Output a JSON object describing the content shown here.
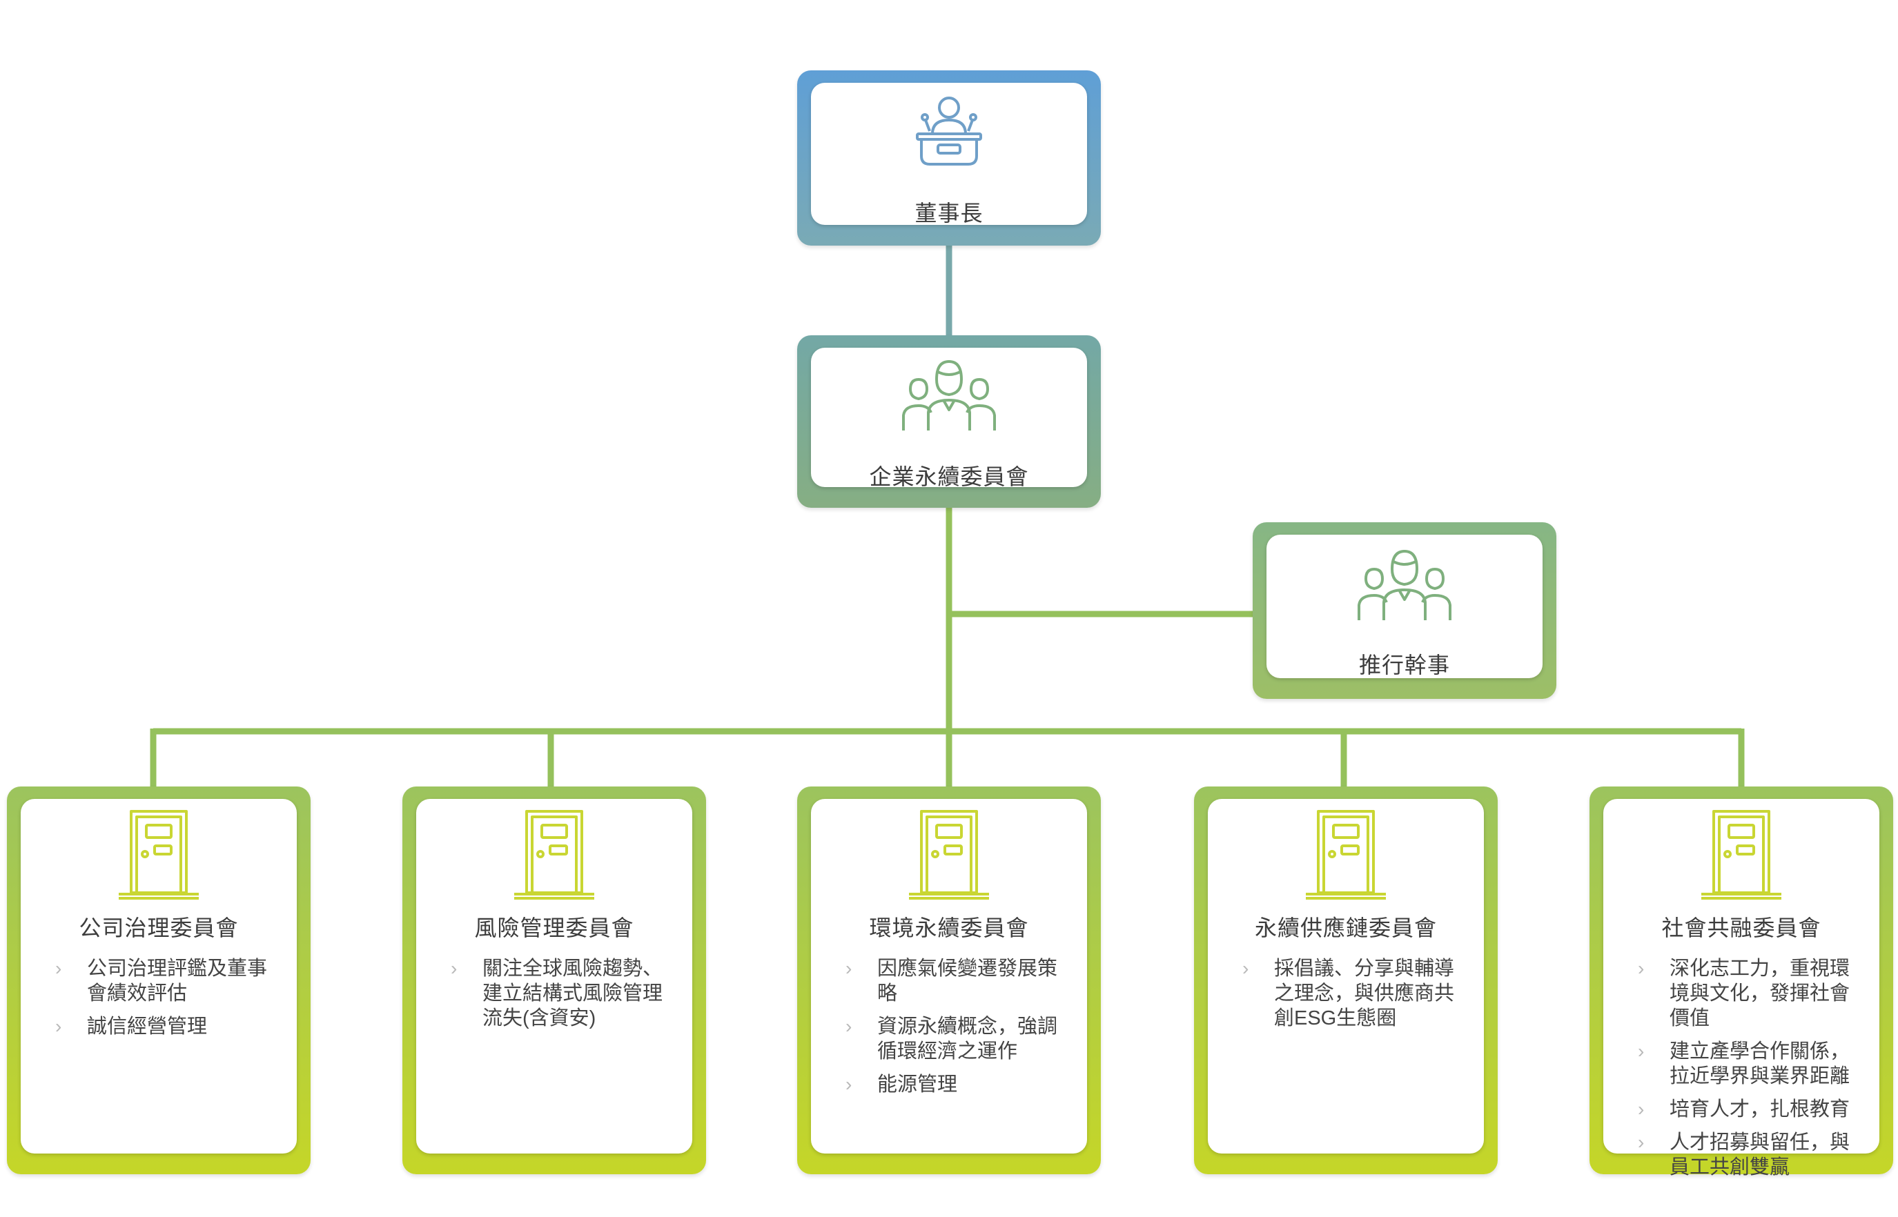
{
  "chairman": {
    "title": "董事長",
    "icon": "speaker-podium-icon"
  },
  "committee": {
    "title": "企業永續委員會",
    "icon": "team-group-icon"
  },
  "executive": {
    "title": "推行幹事",
    "icon": "team-group-icon"
  },
  "sub_committees": [
    {
      "title": "公司治理委員會",
      "icon": "door-icon",
      "items": [
        "公司治理評鑑及董事會績效評估",
        "誠信經營管理"
      ]
    },
    {
      "title": "風險管理委員會",
      "icon": "door-icon",
      "items": [
        "關注全球風險趨勢、建立結構式風險管理流失(含資安)"
      ]
    },
    {
      "title": "環境永續委員會",
      "icon": "door-icon",
      "items": [
        "因應氣候變遷發展策略",
        "資源永續概念，強調循環經濟之運作",
        "能源管理"
      ]
    },
    {
      "title": "永續供應鏈委員會",
      "icon": "door-icon",
      "items": [
        "採倡議、分享與輔導之理念，與供應商共創ESG生態圈"
      ]
    },
    {
      "title": "社會共融委員會",
      "icon": "door-icon",
      "items": [
        "深化志工力，重視環境與文化，發揮社會價值",
        "建立產學合作關係，拉近學界與業界距離",
        "培育人才，扎根教育",
        "人才招募與留任，與員工共創雙贏"
      ]
    }
  ],
  "colors": {
    "chairman_frame": [
      "#5f9fd6",
      "#7aaab5"
    ],
    "committee_frame": [
      "#73a8a6",
      "#86ae83"
    ],
    "executive_frame": [
      "#86b685",
      "#9dbf66"
    ],
    "sub_frame": [
      "#9cc45e",
      "#c5d628"
    ],
    "connector_top": "#78a8aa",
    "connector_bottom": "#95c15c",
    "icon_chairman": "#6f9fc8",
    "icon_team": "#7fb07e",
    "icon_door": "#c9d633",
    "chevron": "#bdbdbd"
  }
}
